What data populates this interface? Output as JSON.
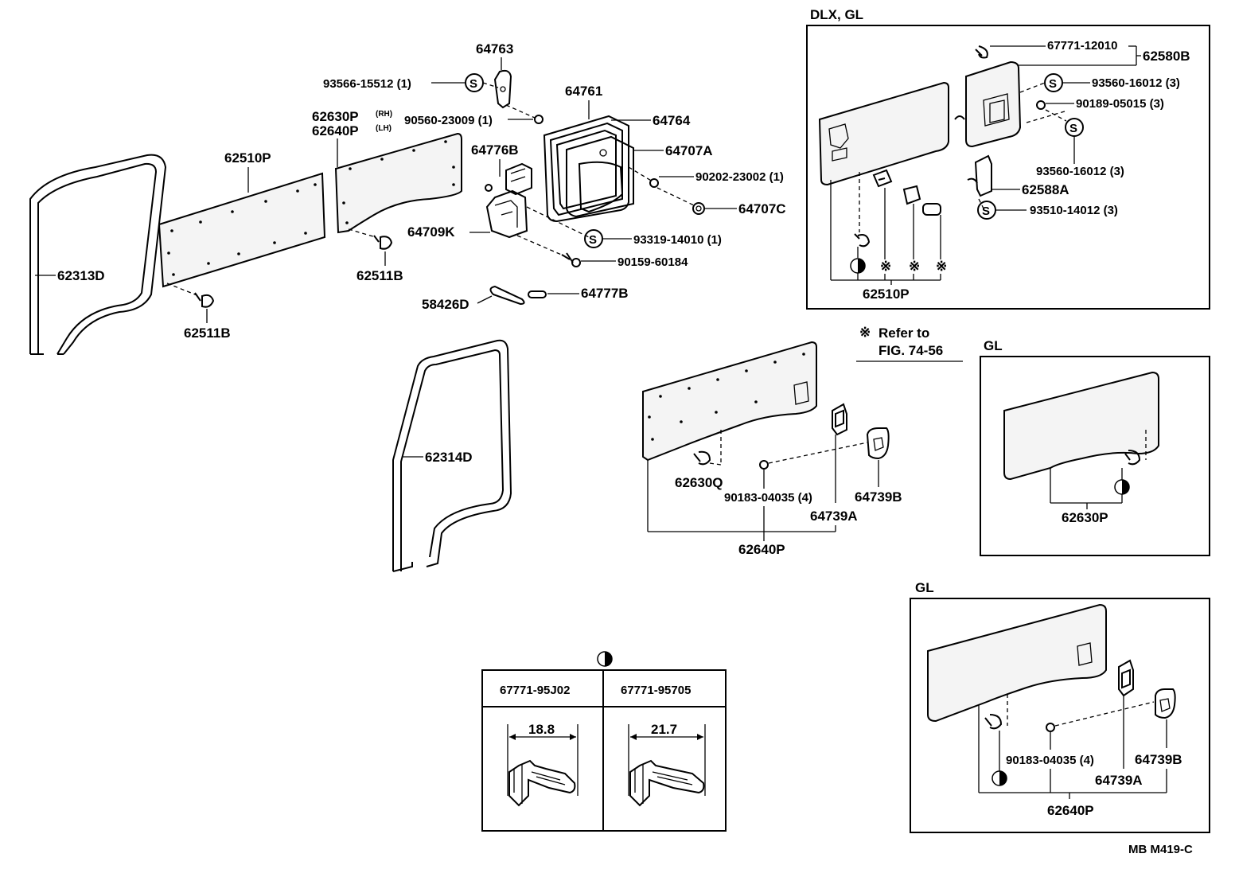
{
  "boxes": {
    "dlx_gl": "DLX, GL",
    "gl_top": "GL",
    "gl_bottom": "GL"
  },
  "notes": {
    "refer_line1": "Refer to",
    "refer_line2": "FIG. 74-56",
    "footer": "MB  M419-C"
  },
  "parts": {
    "p64763": "64763",
    "p93566": "93566-15512 (1)",
    "p90560": "90560-23009 (1)",
    "p62630P_rh": "62630P",
    "p62630P_rh_sub": "(RH)",
    "p62640P_lh": "62640P",
    "p62640P_lh_sub": "(LH)",
    "p64761": "64761",
    "p64764": "64764",
    "p64707A": "64707A",
    "p64776B": "64776B",
    "p90202": "90202-23002 (1)",
    "p64707C": "64707C",
    "p62510P": "62510P",
    "p64709K": "64709K",
    "p93319": "93319-14010 (1)",
    "p90159": "90159-60184",
    "p62313D": "62313D",
    "p62511B_a": "62511B",
    "p62511B_b": "62511B",
    "p58426D": "58426D",
    "p64777B": "64777B",
    "p62314D": "62314D",
    "p67771_12010": "67771-12010",
    "p62580B": "62580B",
    "p93560_a": "93560-16012 (3)",
    "p90189": "90189-05015 (3)",
    "p93560_b": "93560-16012 (3)",
    "p62588A": "62588A",
    "p93510": "93510-14012 (3)",
    "p62510P_box": "62510P",
    "p62630Q": "62630Q",
    "p90183_a": "90183-04035 (4)",
    "p64739B_a": "64739B",
    "p64739A_a": "64739A",
    "p62640P_a": "62640P",
    "p62630P_gl": "62630P",
    "p90183_b": "90183-04035 (4)",
    "p64739B_b": "64739B",
    "p64739A_b": "64739A",
    "p62640P_b": "62640P"
  },
  "clip_table": {
    "col1_part": "67771-95J02",
    "col1_dim": "18.8",
    "col2_part": "67771-95705",
    "col2_dim": "21.7"
  },
  "symbols": {
    "screw_symbol": "S",
    "star_symbol": "※",
    "half_circle_icon": "half-filled-circle-icon"
  }
}
